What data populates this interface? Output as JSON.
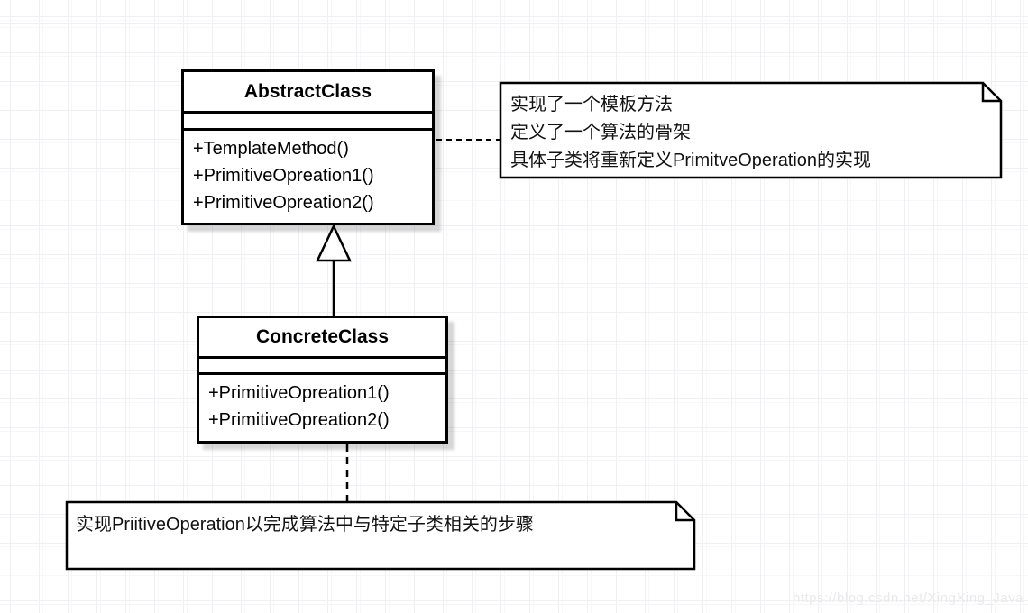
{
  "classes": {
    "abstract": {
      "name": "AbstractClass",
      "methods": [
        "+TemplateMethod()",
        "+PrimitiveOpreation1()",
        "+PrimitiveOpreation2()"
      ]
    },
    "concrete": {
      "name": "ConcreteClass",
      "methods": [
        "+PrimitiveOpreation1()",
        "+PrimitiveOpreation2()"
      ]
    }
  },
  "notes": {
    "top": {
      "lines": [
        "实现了一个模板方法",
        "定义了一个算法的骨架",
        "具体子类将重新定义PrimitveOperation的实现"
      ]
    },
    "bottom": {
      "lines": [
        "实现PriitiveOperation以完成算法中与特定子类相关的步骤"
      ]
    }
  },
  "watermark": "https://blog.csdn.net/XingXing_Java",
  "colors": {
    "line": "#000000",
    "shape_fill": "#ffffff",
    "grid": "#f0f0f3",
    "watermark": "#e9e9eb"
  }
}
